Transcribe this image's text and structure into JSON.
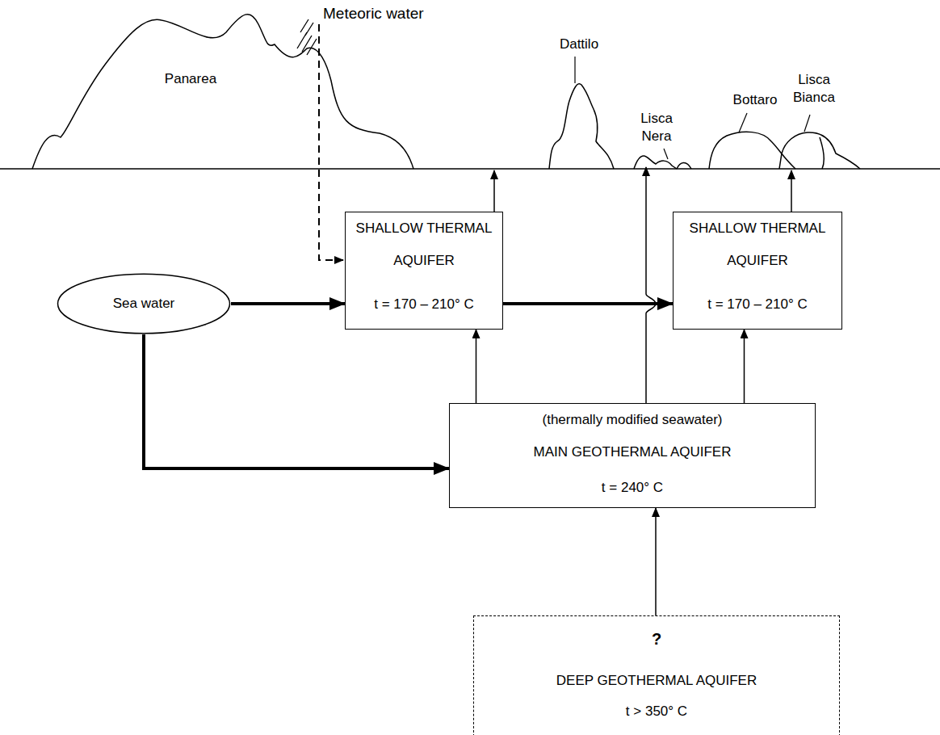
{
  "diagram": {
    "nodes": [
      {
        "text": [
          "SHALLOW THERMAL AQUIFER",
          "t = 170 – 210° C"
        ]
      },
      {
        "text": [
          "SHALLOW THERMAL AQUIFER",
          "t = 170 – 210° C"
        ]
      },
      {
        "text": [
          "Sea water"
        ]
      },
      {
        "text": [
          "(thermally modified seawater)",
          "MAIN GEOTHERMAL AQUIFER",
          "t = 240° C"
        ]
      },
      {
        "text": [
          "?",
          "DEEP GEOTHERMAL AQUIFER",
          "t > 350° C"
        ]
      }
    ],
    "edges": [
      {
        "from": 2,
        "to": 0,
        "arrow": "to"
      },
      {
        "from": 2,
        "to": 3,
        "arrow": "to"
      },
      {
        "from": 0,
        "to": 1,
        "arrow": "to"
      },
      {
        "from": 3,
        "to": 0,
        "arrow": "to"
      },
      {
        "from": 3,
        "to": 1,
        "arrow": "to"
      },
      {
        "from": 4,
        "to": 3,
        "arrow": "to"
      }
    ],
    "labels": [
      "Meteoric water",
      "Panarea",
      "Dattilo",
      "Lisca Nera",
      "Bottaro",
      "Lisca Bianca"
    ]
  }
}
